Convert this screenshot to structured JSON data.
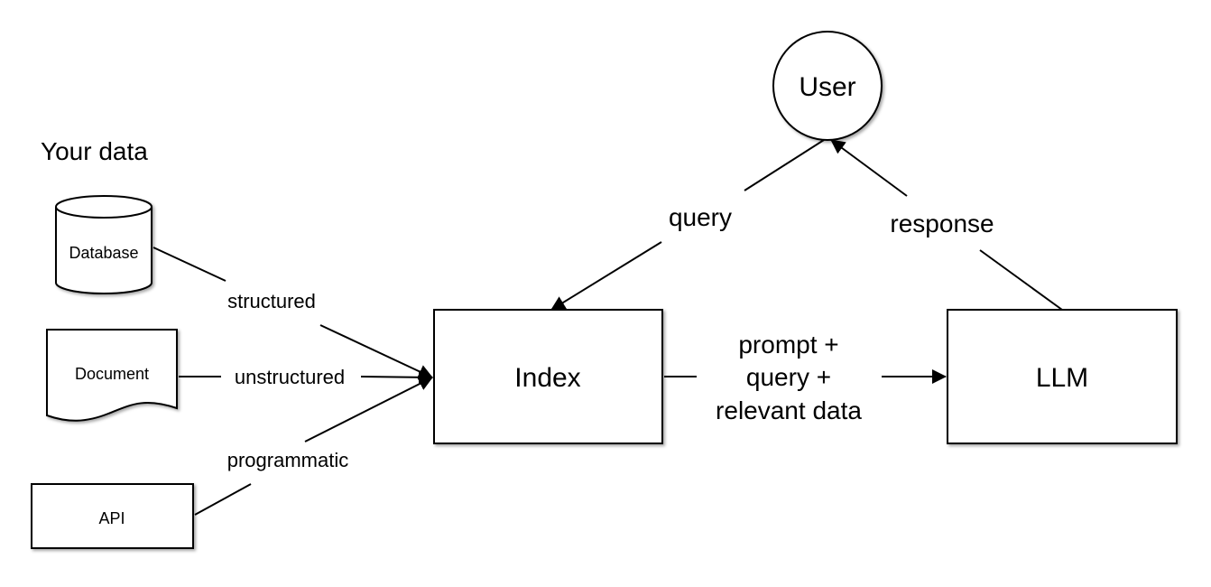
{
  "title": "Your data",
  "sources": {
    "database": "Database",
    "document": "Document",
    "api": "API"
  },
  "edges": {
    "structured": "structured",
    "unstructured": "unstructured",
    "programmatic": "programmatic",
    "query": "query",
    "response": "response",
    "prompt_lines": [
      "prompt +",
      "query +",
      "relevant data"
    ]
  },
  "nodes": {
    "index": "Index",
    "llm": "LLM",
    "user": "User"
  }
}
